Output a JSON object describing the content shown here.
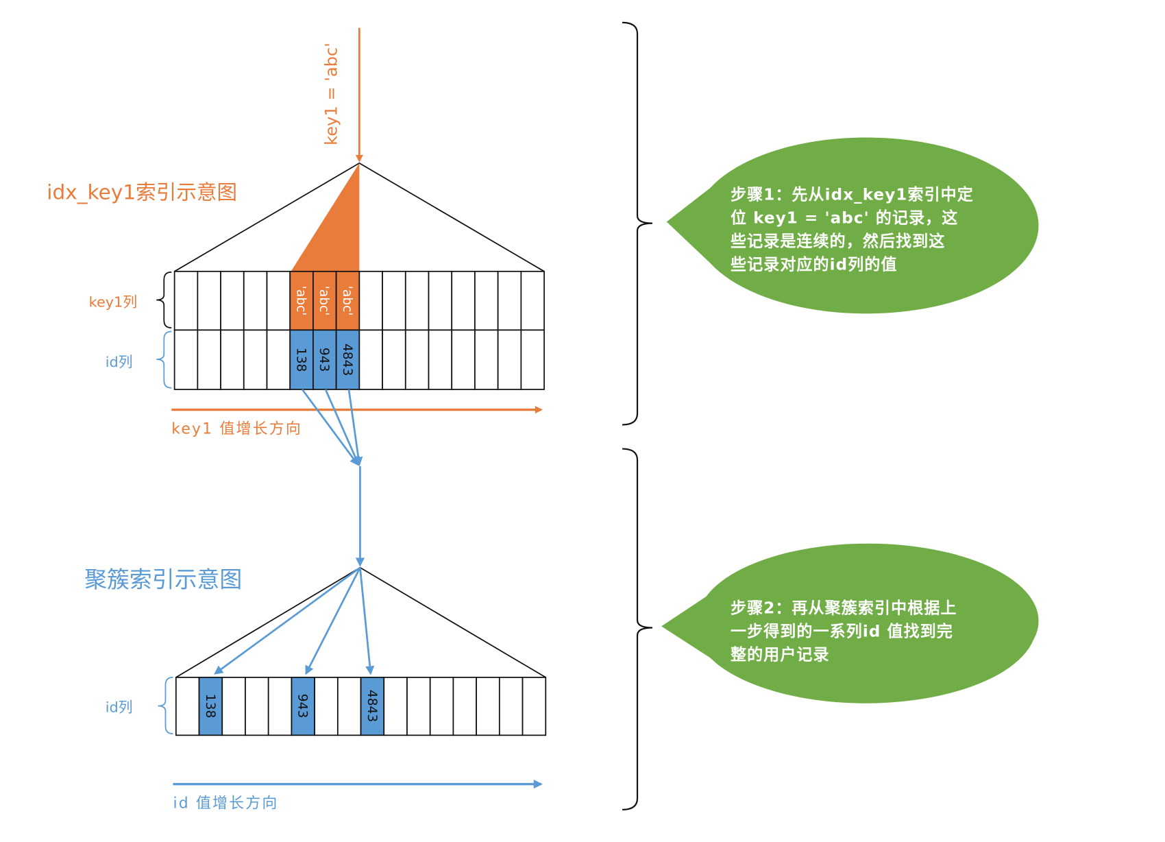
{
  "colors": {
    "orange": "#e97c3a",
    "blue": "#5b9bd5",
    "green": "#71ad47",
    "line": "#111111"
  },
  "query_label": "key1 = 'abc'",
  "secondary_index": {
    "title": "idx_key1索引示意图",
    "key_col_label": "key1列",
    "id_col_label": "id列",
    "key_values": [
      "'abc'",
      "'abc'",
      "'abc'"
    ],
    "id_values": [
      "138",
      "943",
      "4843"
    ],
    "direction_label": "key1 值增长方向"
  },
  "clustered_index": {
    "title": "聚簇索引示意图",
    "id_col_label": "id列",
    "id_values": [
      "138",
      "943",
      "4843"
    ],
    "direction_label": "id 值增长方向"
  },
  "steps": [
    {
      "lines": [
        "步骤1：先从idx_key1索引中定",
        "位 key1 = 'abc' 的记录，这",
        "些记录是连续的，然后找到这",
        "些记录对应的id列的值"
      ]
    },
    {
      "lines": [
        "步骤2：再从聚簇索引中根据上",
        "一步得到的一系列id 值找到完",
        "整的用户记录"
      ]
    }
  ]
}
